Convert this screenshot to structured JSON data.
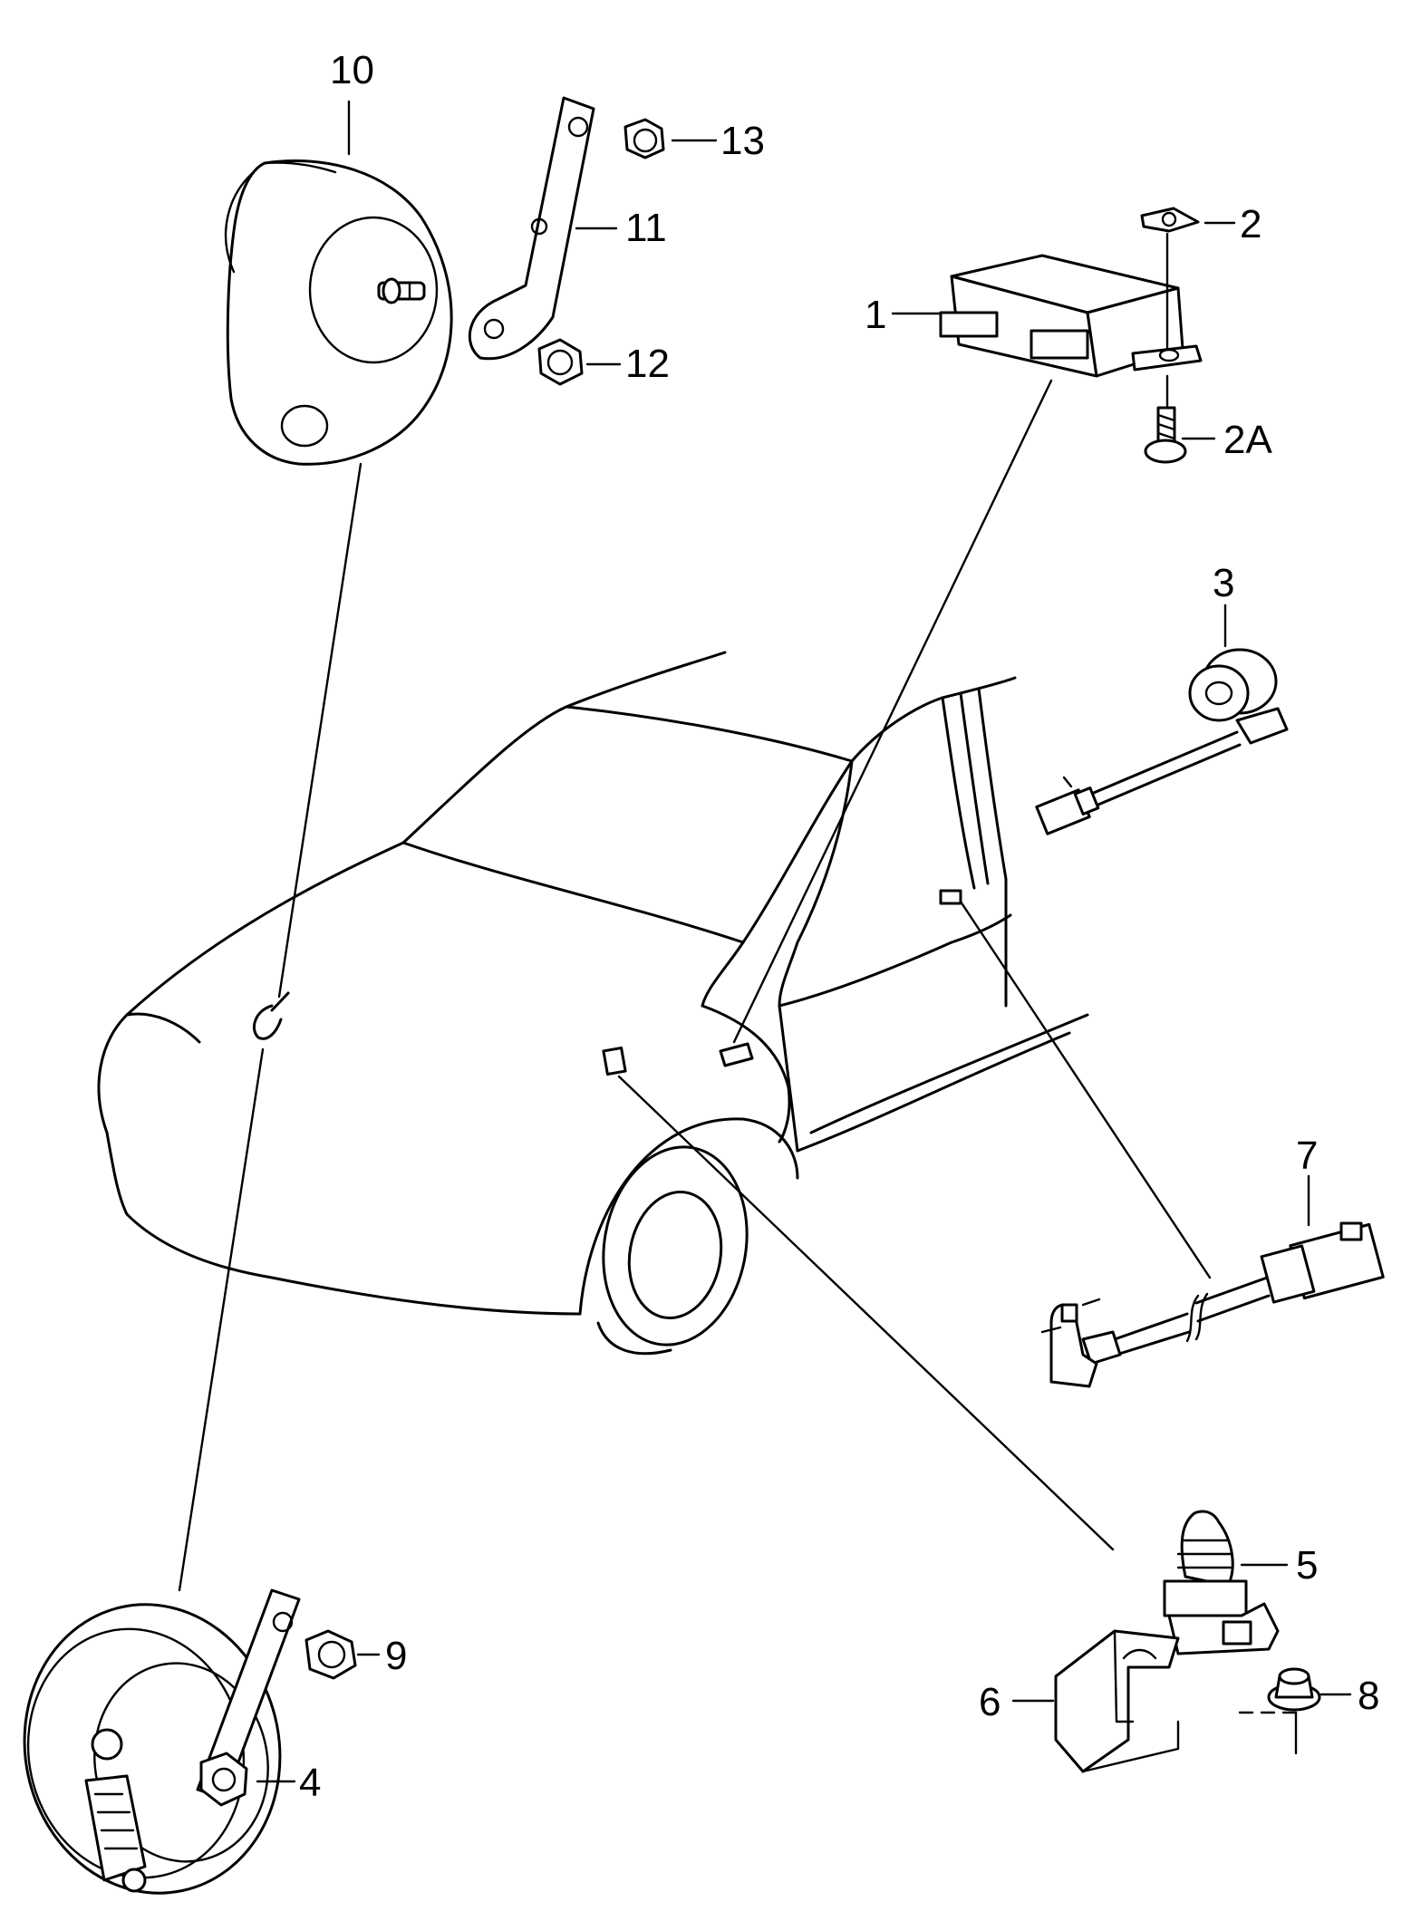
{
  "labels": {
    "p1": "1",
    "p2": "2",
    "p2a": "2A",
    "p3": "3",
    "p4": "4",
    "p5": "5",
    "p6": "6",
    "p7": "7",
    "p8": "8",
    "p9": "9",
    "p10": "10",
    "p11": "11",
    "p12": "12",
    "p13": "13"
  }
}
